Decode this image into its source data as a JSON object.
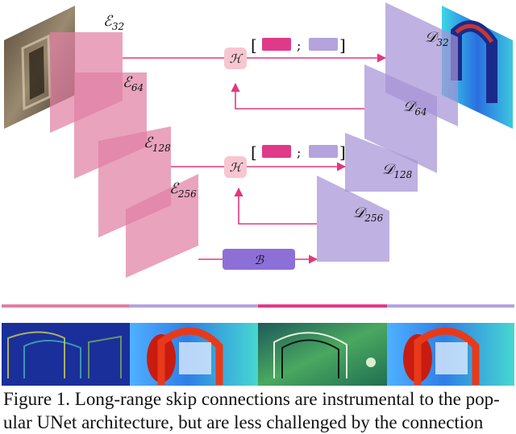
{
  "colors": {
    "encoder": "#e07fa3",
    "decoder": "#a693d6",
    "skip": "#e0397e",
    "block_h": "#f7c6d0",
    "block_b": "#8d6fd8",
    "rule_encoder": "#e07fa3",
    "rule_decoder": "#b4a3dc",
    "rule_skip": "#e0398a"
  },
  "encoder": {
    "labels": [
      {
        "base": "ℰ",
        "sub": "32"
      },
      {
        "base": "ℰ",
        "sub": "64"
      },
      {
        "base": "ℰ",
        "sub": "128"
      },
      {
        "base": "ℰ",
        "sub": "256"
      }
    ]
  },
  "decoder": {
    "labels": [
      {
        "base": "𝒟",
        "sub": "32"
      },
      {
        "base": "𝒟",
        "sub": "64"
      },
      {
        "base": "𝒟",
        "sub": "128"
      },
      {
        "base": "𝒟",
        "sub": "256"
      }
    ]
  },
  "blocks": {
    "h_label": "ℋ",
    "b_label": "ℬ"
  },
  "concat": {
    "open": "[",
    "sep": ";",
    "close": "]"
  },
  "caption": {
    "line1": "Figure 1. Long-range skip connections are instrumental to the pop-",
    "line2": "ular UNet architecture, but are less challenged by the connection"
  }
}
